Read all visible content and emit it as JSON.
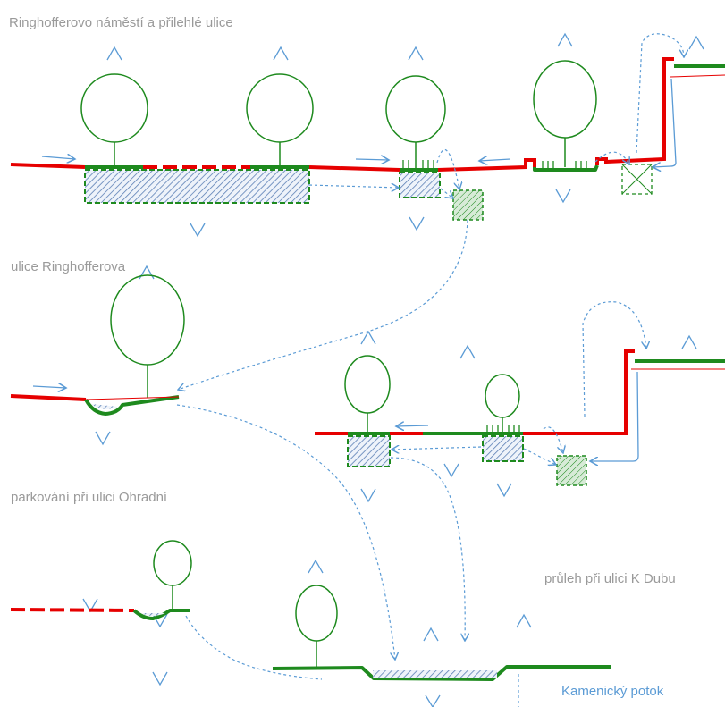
{
  "labels": {
    "section_1": "Ringhofferovo náměstí a přilehlé ulice",
    "section_2": "ulice Ringhofferova",
    "section_3": "parkování při ulici Ohradní",
    "section_4": "průleh při ulici K Dubu",
    "stream": "Kamenický potok"
  },
  "colors": {
    "impervious_surface": "#e60000",
    "vegetated_surface": "#1e8a1e",
    "water_flow": "#5b9bd5",
    "label_text": "#9a9a9a"
  },
  "icons": {
    "tree": "tree-icon",
    "evaporation": "up-chevron-icon",
    "infiltration": "down-chevron-icon"
  }
}
